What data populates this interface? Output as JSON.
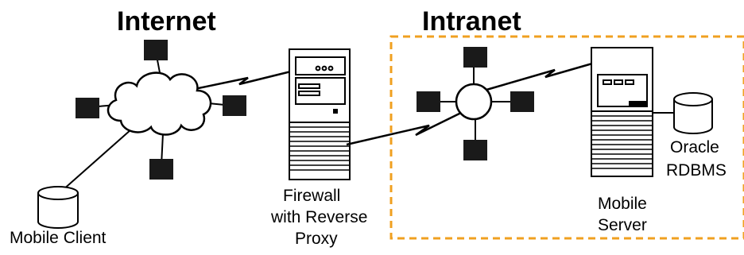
{
  "titles": {
    "internet": "Internet",
    "intranet": "Intranet"
  },
  "labels": {
    "mobile_client": "Mobile Client",
    "firewall_line1": "Firewall",
    "firewall_line2": "with Reverse",
    "firewall_line3": "Proxy",
    "mobile_server_line1": "Mobile",
    "mobile_server_line2": "Server",
    "oracle_line1": "Oracle",
    "oracle_line2": "RDBMS"
  },
  "colors": {
    "intranet_border": "#F0A020",
    "node_fill": "#1a1a1a",
    "stroke": "#000000"
  },
  "icons": [
    "cloud-icon",
    "hub-icon",
    "server-icon",
    "database-icon",
    "network-node-icon"
  ]
}
